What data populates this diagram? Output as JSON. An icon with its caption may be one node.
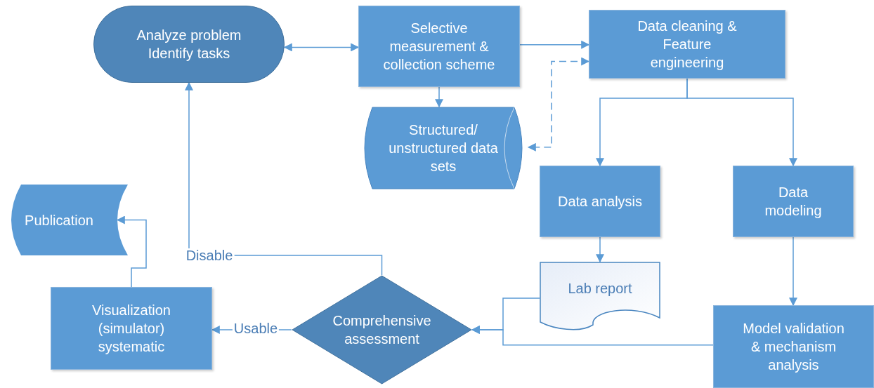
{
  "diagram": {
    "nodes": [
      {
        "text": [
          "Analyze problem Identify tasks"
        ]
      },
      {
        "text": [
          "Selective measurement & collection scheme"
        ]
      },
      {
        "text": [
          "Data cleaning & Feature engineering"
        ]
      },
      {
        "text": [
          "Structured/ unstructured data sets"
        ]
      },
      {
        "text": [
          "Data analysis"
        ]
      },
      {
        "text": [
          "Data modeling"
        ]
      },
      {
        "text": [
          "Lab report"
        ]
      },
      {
        "text": [
          "Model validation & mechanism analysis"
        ]
      },
      {
        "text": [
          "Comprehensive assessment"
        ]
      },
      {
        "text": [
          "Visualization (simulator) systematic"
        ]
      },
      {
        "text": [
          "Publication"
        ]
      }
    ],
    "edges": [
      {
        "from": 0,
        "to": 1,
        "arrow": "both"
      },
      {
        "from": 1,
        "to": 2,
        "arrow": "to"
      },
      {
        "from": 1,
        "to": 3,
        "arrow": "to"
      },
      {
        "from": 2,
        "to": 3,
        "arrow": "both",
        "style": "dashed"
      },
      {
        "from": 2,
        "to": 4,
        "arrow": "to"
      },
      {
        "from": 2,
        "to": 5,
        "arrow": "to"
      },
      {
        "from": 4,
        "to": 6,
        "arrow": "to"
      },
      {
        "from": 5,
        "to": 7,
        "arrow": "to"
      },
      {
        "from": 6,
        "to": 8,
        "arrow": "to"
      },
      {
        "from": 7,
        "to": 8,
        "arrow": "to"
      },
      {
        "from": 8,
        "to": 0,
        "arrow": "to",
        "label": "Disable"
      },
      {
        "from": 8,
        "to": 9,
        "arrow": "to",
        "label": "Usable"
      },
      {
        "from": 9,
        "to": 10,
        "arrow": "to"
      }
    ]
  }
}
